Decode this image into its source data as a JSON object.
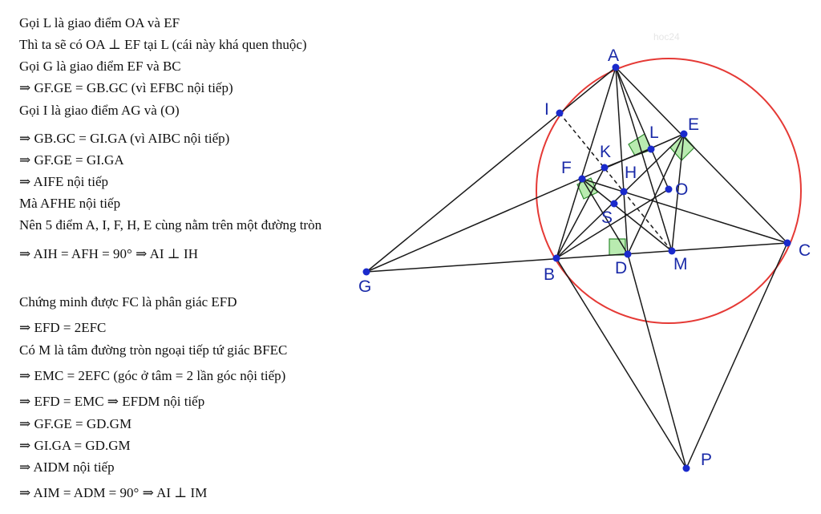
{
  "proof_lines": [
    "Gọi L là giao điểm OA và EF",
    "Thì ta sẽ có OA ⊥ EF tại L (cái này khá quen thuộc)",
    "Gọi G là giao điểm EF và BC",
    "⇒ GF.GE = GB.GC (vì EFBC nội tiếp)",
    "Gọi I là giao điểm AG và (O)",
    "⇒ GB.GC = GI.GA (vì AIBC nội tiếp)",
    "⇒ GF.GE = GI.GA",
    "⇒ AIFE nội tiếp",
    "Mà AFHE nội tiếp",
    "Nên 5 điểm A, I, F, H, E cùng nằm trên một đường tròn",
    "⇒ AIH = AFH = 90° ⇒ AI ⊥ IH",
    "Chứng minh được FC là phân giác EFD",
    "⇒ EFD = 2EFC",
    "Có M là tâm đường tròn ngoại tiếp tứ giác BFEC",
    "⇒ EMC = 2EFC (góc ở tâm = 2 lần góc nội tiếp)",
    "⇒ EFD = EMC ⇒ EFDM nội tiếp",
    "⇒ GF.GE = GD.GM",
    "⇒ GI.GA = GD.GM",
    "⇒ AIDM nội tiếp",
    "⇒ AIM = ADM = 90° ⇒ AI ⊥ IM"
  ],
  "points": {
    "A": "A",
    "I": "I",
    "L": "L",
    "E": "E",
    "K": "K",
    "F": "F",
    "H": "H",
    "O": "O",
    "S": "S",
    "B": "B",
    "D": "D",
    "M": "M",
    "C": "C",
    "G": "G",
    "P": "P"
  },
  "colors": {
    "circle": "#e53935",
    "lines": "#1a1a1a",
    "points": "#1a2acc",
    "labels": "#1a2aa8",
    "right_angle_fill": "#b9ebb0",
    "right_angle_stroke": "#2e8b2e"
  },
  "watermark": "hoc24"
}
